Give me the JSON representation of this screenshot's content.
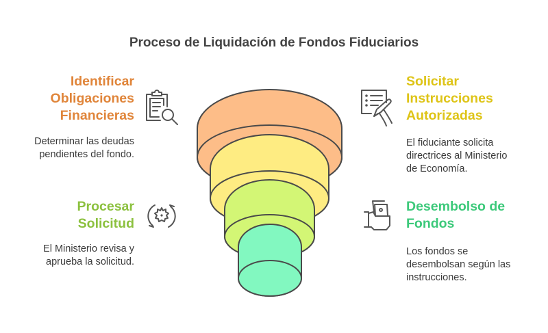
{
  "title": "Proceso de Liquidación de Fondos Fiduciarios",
  "steps": [
    {
      "id": "identificar",
      "heading_lines": [
        "Identificar",
        "Obligaciones",
        "Financieras"
      ],
      "description_lines": [
        "Determinar las deudas",
        "pendientes del fondo."
      ],
      "color": "#E0853A",
      "icon": "clipboard-search-icon",
      "layer_color": "#FDBD88"
    },
    {
      "id": "solicitar",
      "heading_lines": [
        "Solicitar",
        "Instrucciones",
        "Autorizadas"
      ],
      "description_lines": [
        "El fiduciante solicita",
        "directrices al Ministerio",
        "de Economía."
      ],
      "color": "#DEC417",
      "icon": "document-sign-icon",
      "layer_color": "#FEEC82"
    },
    {
      "id": "procesar",
      "heading_lines": [
        "Procesar",
        "Solicitud"
      ],
      "description_lines": [
        "El Ministerio revisa y",
        "aprueba la solicitud."
      ],
      "color": "#8CC13F",
      "icon": "gear-cycle-icon",
      "layer_color": "#D3F675"
    },
    {
      "id": "desembolso",
      "heading_lines": [
        "Desembolso de",
        "Fondos"
      ],
      "description_lines": [
        "Los fondos se",
        "desembolsan según las",
        "instrucciones."
      ],
      "color": "#3CC97A",
      "icon": "hand-money-icon",
      "layer_color": "#82F8C0"
    }
  ],
  "outline_color": "#4a4a4a"
}
